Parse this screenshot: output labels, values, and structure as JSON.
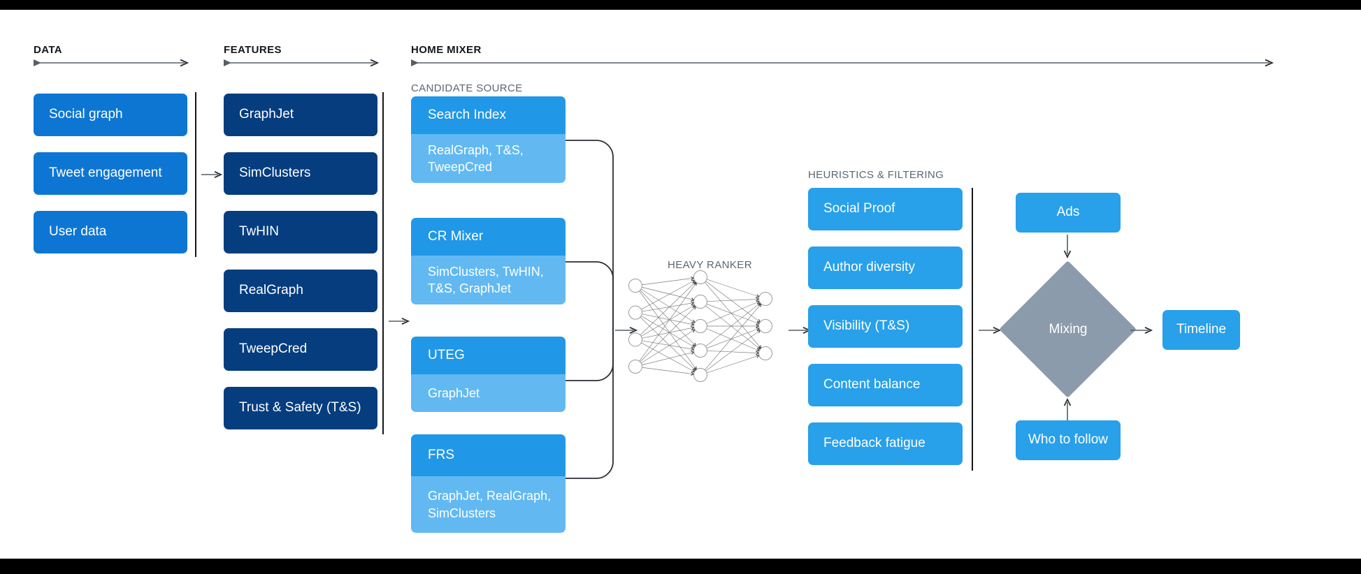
{
  "sections": {
    "data": {
      "title": "DATA"
    },
    "features": {
      "title": "FEATURES"
    },
    "home_mixer": {
      "title": "HOME MIXER"
    },
    "candidate_source": {
      "title": "CANDIDATE SOURCE"
    },
    "heavy_ranker": {
      "title": "HEAVY RANKER"
    },
    "heuristics": {
      "title": "HEURISTICS & FILTERING"
    }
  },
  "data_boxes": [
    {
      "label": "Social graph"
    },
    {
      "label": "Tweet engagement"
    },
    {
      "label": "User data"
    }
  ],
  "feature_boxes": [
    {
      "label": "GraphJet"
    },
    {
      "label": "SimClusters"
    },
    {
      "label": "TwHIN"
    },
    {
      "label": "RealGraph"
    },
    {
      "label": "TweepCred"
    },
    {
      "label": "Trust & Safety (T&S)"
    }
  ],
  "candidate_sources": [
    {
      "name": "Search Index",
      "features": "RealGraph, T&S,\nTweepCred"
    },
    {
      "name": "CR Mixer",
      "features": "SimClusters, TwHIN,\nT&S, GraphJet"
    },
    {
      "name": "UTEG",
      "features": "GraphJet"
    },
    {
      "name": "FRS",
      "features": "GraphJet, RealGraph,\nSimClusters"
    }
  ],
  "heuristics_boxes": [
    {
      "label": "Social Proof"
    },
    {
      "label": "Author diversity"
    },
    {
      "label": "Visibility (T&S)"
    },
    {
      "label": "Content balance"
    },
    {
      "label": "Feedback fatigue"
    }
  ],
  "output": {
    "ads": "Ads",
    "mixing": "Mixing",
    "timeline": "Timeline",
    "who_to_follow": "Who to follow"
  },
  "neural_net": {
    "input_nodes": 4,
    "hidden_nodes": 5,
    "output_nodes": 3
  },
  "colors": {
    "data_blue": "#0d76d3",
    "feature_navy": "#053d7f",
    "candidate_header": "#2197e8",
    "candidate_body": "#62b9f2",
    "heuristic_blue": "#28a0ea",
    "diamond_gray": "#8b9bab",
    "arrow_gray": "#555f66",
    "rule_black": "#14171a",
    "background": "#ffffff",
    "letterbox": "#000000"
  }
}
